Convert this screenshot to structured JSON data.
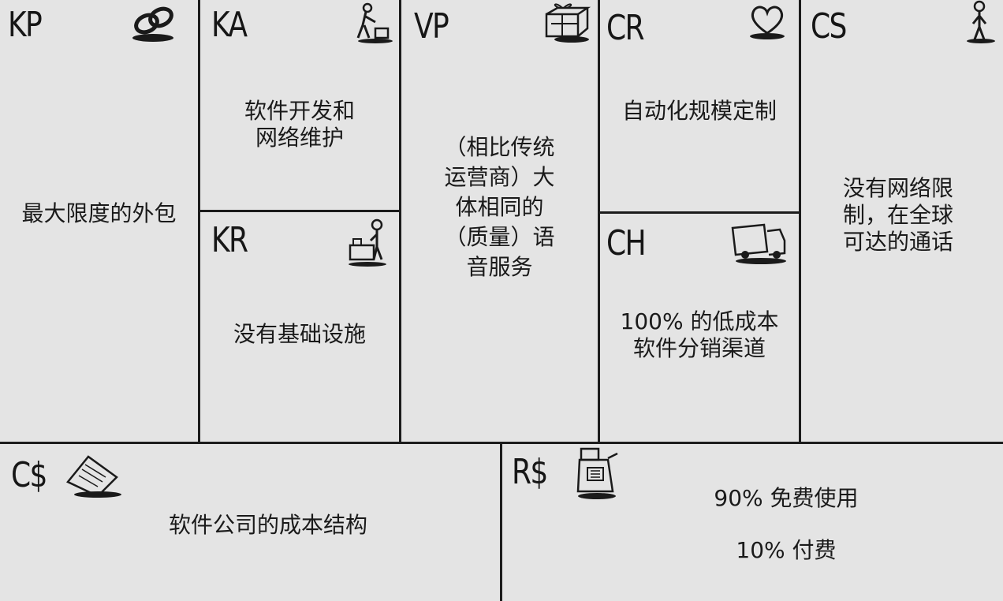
{
  "blocks": {
    "kp": {
      "code": "KP",
      "icon": "chain-link-icon",
      "text": "最大限度的外包"
    },
    "ka": {
      "code": "KA",
      "icon": "worker-icon",
      "text": "软件开发和\n网络维护"
    },
    "kr": {
      "code": "KR",
      "icon": "factory-worker-icon",
      "text": "没有基础设施"
    },
    "vp": {
      "code": "VP",
      "icon": "gift-box-icon",
      "text": "（相比传统\n运营商）大\n体相同的\n（质量）语\n音服务"
    },
    "cr": {
      "code": "CR",
      "icon": "heart-icon",
      "text": "自动化规模定制"
    },
    "ch": {
      "code": "CH",
      "icon": "delivery-truck-icon",
      "text": "100% 的低成本\n软件分销渠道"
    },
    "cs": {
      "code": "CS",
      "icon": "person-icon",
      "text": "没有网络限\n制，在全球\n可达的通话"
    },
    "cost": {
      "code": "C$",
      "icon": "receipt-icon",
      "text": "软件公司的成本结构"
    },
    "revenue": {
      "code": "R$",
      "icon": "cash-register-icon",
      "text_1": "90% 免费使用",
      "text_2": "10% 付费"
    }
  },
  "colors": {
    "background": "#e4e4e4",
    "ink": "#1c1c1c"
  }
}
